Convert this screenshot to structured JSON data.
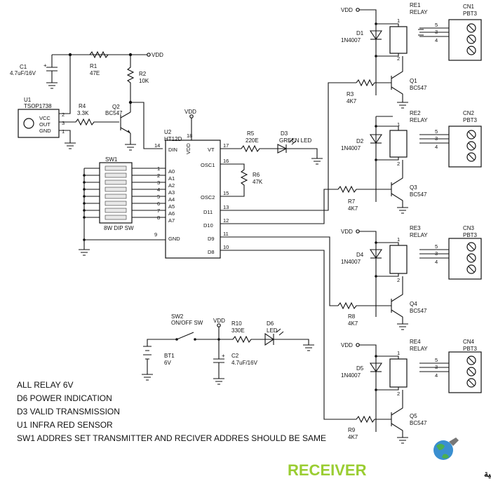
{
  "supply": {
    "vdd": "VDD"
  },
  "c1": {
    "ref": "C1",
    "value": "4.7uF/16V"
  },
  "r1": {
    "ref": "R1",
    "value": "47E"
  },
  "r2": {
    "ref": "R2",
    "value": "10K"
  },
  "u1": {
    "ref": "U1",
    "part": "TSOP1738",
    "pins": [
      "VCC",
      "OUT",
      "GND"
    ],
    "pin_numbers": [
      "2",
      "3",
      "1"
    ]
  },
  "r4": {
    "ref": "R4",
    "value": "3.3K"
  },
  "q2": {
    "ref": "Q2",
    "part": "BC547"
  },
  "u2": {
    "ref": "U2",
    "part": "HT12D",
    "left_pins": [
      {
        "num": "14",
        "name": "DIN"
      },
      {
        "num": "9",
        "name": "GND"
      }
    ],
    "addr_pins": [
      {
        "num": "1",
        "name": "A0"
      },
      {
        "num": "2",
        "name": "A1"
      },
      {
        "num": "3",
        "name": "A2"
      },
      {
        "num": "4",
        "name": "A3"
      },
      {
        "num": "5",
        "name": "A4"
      },
      {
        "num": "6",
        "name": "A5"
      },
      {
        "num": "7",
        "name": "A6"
      },
      {
        "num": "8",
        "name": "A7"
      }
    ],
    "vdd_pin": {
      "num": "18",
      "name": "VDD"
    },
    "right_pins": [
      {
        "num": "17",
        "name": "VT"
      },
      {
        "num": "16",
        "name": "OSC1"
      },
      {
        "num": "15",
        "name": "OSC2"
      },
      {
        "num": "13",
        "name": "D11"
      },
      {
        "num": "12",
        "name": "D10"
      },
      {
        "num": "11",
        "name": "D9"
      },
      {
        "num": "10",
        "name": "D8"
      }
    ]
  },
  "sw1": {
    "ref": "SW1",
    "label": "8W DIP SW"
  },
  "r5": {
    "ref": "R5",
    "value": "220E"
  },
  "d3": {
    "ref": "D3",
    "value": "GREEN LED"
  },
  "r6": {
    "ref": "R6",
    "value": "47K"
  },
  "relays": [
    {
      "relay": "RE1",
      "type": "RELAY",
      "diode": "D1",
      "diode_part": "1N4007",
      "transistor": "Q1",
      "transistor_part": "BC547",
      "resistor": "R3",
      "resistor_value": "4K7",
      "connector": "CN1",
      "connector_part": "PBT3"
    },
    {
      "relay": "RE2",
      "type": "RELAY",
      "diode": "D2",
      "diode_part": "1N4007",
      "transistor": "Q3",
      "transistor_part": "BC547",
      "resistor": "R7",
      "resistor_value": "4K7",
      "connector": "CN2",
      "connector_part": "PBT3"
    },
    {
      "relay": "RE3",
      "type": "RELAY",
      "diode": "D4",
      "diode_part": "1N4007",
      "transistor": "Q4",
      "transistor_part": "BC547",
      "resistor": "R8",
      "resistor_value": "4K7",
      "connector": "CN3",
      "connector_part": "PBT3"
    },
    {
      "relay": "RE4",
      "type": "RELAY",
      "diode": "D5",
      "diode_part": "1N4007",
      "transistor": "Q5",
      "transistor_part": "BC547",
      "resistor": "R9",
      "resistor_value": "4K7",
      "connector": "CN4",
      "connector_part": "PBT3"
    }
  ],
  "relay_pins": {
    "coil_top": "1",
    "coil_bottom": "2",
    "contacts": [
      "5",
      "3",
      "4"
    ]
  },
  "sw2": {
    "ref": "SW2",
    "label": "ON/OFF SW"
  },
  "bt1": {
    "ref": "BT1",
    "value": "6V"
  },
  "r10": {
    "ref": "R10",
    "value": "330E"
  },
  "c2": {
    "ref": "C2",
    "value": "4.7uF/16V"
  },
  "d6": {
    "ref": "D6",
    "value": "LED"
  },
  "notes": [
    "ALL RELAY 6V",
    "D6 POWER INDICATION",
    "D3 VALID TRANSMISSION",
    "U1 INFRA RED SENSOR",
    "SW1  ADDRES SET TRANSMITTER AND RECIVER ADDRES SHOULD BE SAME"
  ],
  "title": "RECEIVER",
  "logo_text": "القرية الالكترونية",
  "colors": {
    "title": "#9acd32",
    "ink": "#111111",
    "logo_globe": "#3a8fd0",
    "logo_land": "#4caf50"
  }
}
